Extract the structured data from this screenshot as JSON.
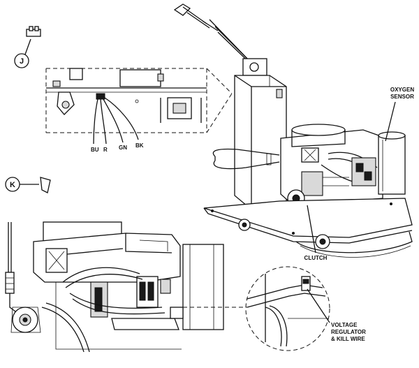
{
  "callouts": {
    "j": "J",
    "k": "K"
  },
  "wires": {
    "bu": "BU",
    "r": "R",
    "gn": "GN",
    "bk": "BK"
  },
  "labels": {
    "oxygen_line1": "OXYGEN",
    "oxygen_line2": "SENSOR",
    "clutch": "CLUTCH",
    "vr_line1": "VOLTAGE",
    "vr_line2": "REGULATOR",
    "vr_line3": "& KILL WIRE"
  }
}
